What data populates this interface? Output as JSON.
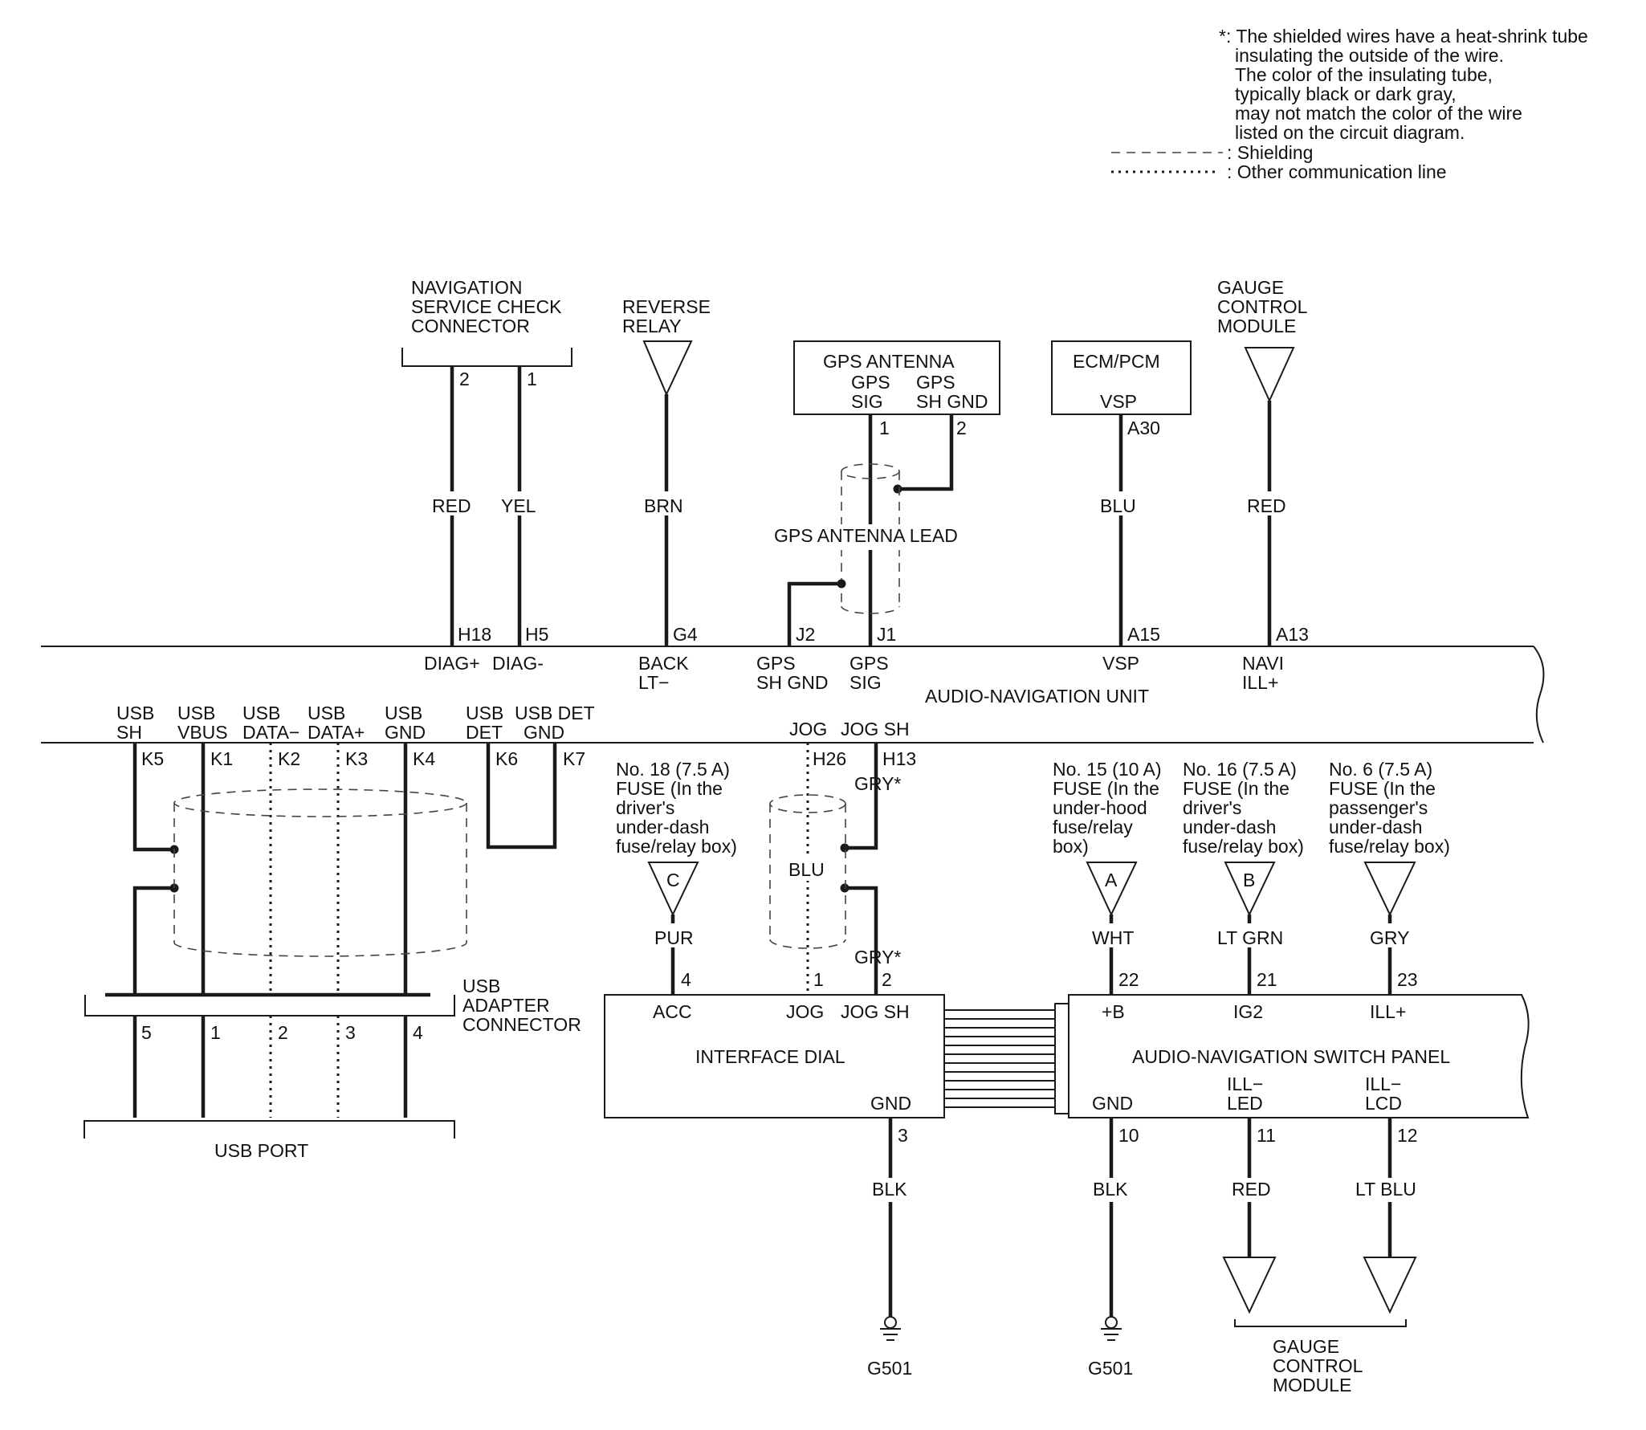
{
  "note": {
    "lines": [
      "*: The shielded wires have a heat-shrink tube",
      "insulating the outside of the wire.",
      "The color of the insulating tube,",
      "typically black or dark gray,",
      "may not match the color of the wire",
      "listed on the circuit diagram."
    ],
    "legend_shielding": ": Shielding",
    "legend_other": ": Other communication line"
  },
  "nav_check": {
    "title": [
      "NAVIGATION",
      "SERVICE CHECK",
      "CONNECTOR"
    ],
    "pin2": "2",
    "pin1": "1",
    "wire2": "RED",
    "wire1": "YEL",
    "term2": "H18",
    "term1": "H5",
    "label2": "DIAG+",
    "label1": "DIAG-"
  },
  "reverse": {
    "title": [
      "REVERSE",
      "RELAY"
    ],
    "wire": "BRN",
    "term": "G4",
    "label": [
      "BACK",
      "LT−"
    ]
  },
  "gps": {
    "title": "GPS ANTENNA",
    "pin1_label": [
      "GPS",
      "SIG"
    ],
    "pin2_label": [
      "GPS",
      "SH GND"
    ],
    "pin1": "1",
    "pin2": "2",
    "lead": "GPS ANTENNA LEAD",
    "term_shgnd": "J2",
    "term_sig": "J1",
    "label_shgnd": [
      "GPS",
      "SH GND"
    ],
    "label_sig": [
      "GPS",
      "SIG"
    ]
  },
  "ecm": {
    "title": "ECM/PCM",
    "pin_label": "VSP",
    "pin": "A30",
    "wire": "BLU",
    "term": "A15",
    "label": "VSP"
  },
  "gauge_top": {
    "title": [
      "GAUGE",
      "CONTROL",
      "MODULE"
    ],
    "wire": "RED",
    "term": "A13",
    "label": [
      "NAVI",
      "ILL+"
    ]
  },
  "unit": {
    "title": "AUDIO-NAVIGATION UNIT",
    "usb_labels": [
      [
        "USB",
        "SH"
      ],
      [
        "USB",
        "VBUS"
      ],
      [
        "USB",
        "DATA−"
      ],
      [
        "USB",
        "DATA+"
      ],
      [
        "USB",
        "GND"
      ],
      [
        "USB",
        "DET"
      ],
      [
        "USB DET",
        "GND"
      ]
    ],
    "usb_terms": [
      "K5",
      "K1",
      "K2",
      "K3",
      "K4",
      "K6",
      "K7"
    ],
    "jog_label": "JOG",
    "jogsh_label": "JOG SH",
    "jog_term": "H26",
    "jogsh_term": "H13"
  },
  "usb_adapter": {
    "title": [
      "USB",
      "ADAPTER",
      "CONNECTOR"
    ],
    "pins": [
      "5",
      "1",
      "2",
      "3",
      "4"
    ]
  },
  "usb_port": {
    "title": "USB PORT"
  },
  "fuses": [
    {
      "text": [
        "No. 18 (7.5 A)",
        "FUSE (In the",
        "driver's",
        "under-dash",
        "fuse/relay box)"
      ],
      "letter": "C"
    },
    {
      "text": [
        "No. 15 (10 A)",
        "FUSE (In the",
        "under-hood",
        "fuse/relay",
        "box)"
      ],
      "letter": "A"
    },
    {
      "text": [
        "No. 16 (7.5 A)",
        "FUSE (In the",
        "driver's",
        "under-dash",
        "fuse/relay box)"
      ],
      "letter": "B"
    },
    {
      "text": [
        "No. 6 (7.5 A)",
        "FUSE (In the",
        "passenger's",
        "under-dash",
        "fuse/relay box)"
      ],
      "letter": ""
    }
  ],
  "jog_wires": {
    "upper": "GRY*",
    "shield": "BLU",
    "lower": "GRY*"
  },
  "dial": {
    "title": "INTERFACE DIAL",
    "acc": "ACC",
    "acc_wire": "PUR",
    "acc_pin": "4",
    "jog": "JOG",
    "jog_pin": "1",
    "jogsh": "JOG SH",
    "jogsh_pin": "2",
    "gnd": "GND",
    "gnd_pin": "3",
    "gnd_wire": "BLK",
    "ground": "G501"
  },
  "panel": {
    "title": "AUDIO-NAVIGATION SWITCH PANEL",
    "b_label": "+B",
    "b_pin": "22",
    "b_wire": "WHT",
    "ig2_label": "IG2",
    "ig2_pin": "21",
    "ig2_wire": "LT GRN",
    "ill_label": "ILL+",
    "ill_pin": "23",
    "ill_wire": "GRY",
    "gnd_label": "GND",
    "gnd_pin": "10",
    "gnd_wire": "BLK",
    "ground": "G501",
    "led_label": [
      "ILL−",
      "LED"
    ],
    "led_pin": "11",
    "led_wire": "RED",
    "lcd_label": [
      "ILL−",
      "LCD"
    ],
    "lcd_pin": "12",
    "lcd_wire": "LT BLU"
  },
  "gauge_bottom": {
    "title": [
      "GAUGE",
      "CONTROL",
      "MODULE"
    ]
  }
}
